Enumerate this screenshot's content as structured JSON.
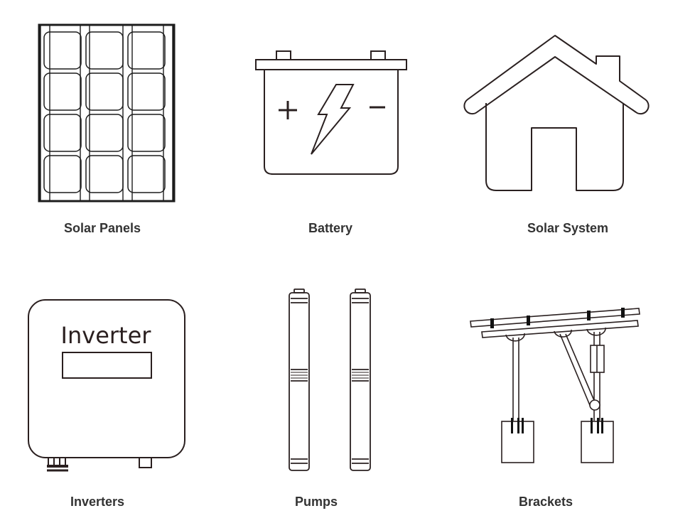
{
  "categories": {
    "solar_panels": {
      "label": "Solar Panels",
      "icon": "solar-panel-icon"
    },
    "battery": {
      "label": "Battery",
      "icon": "battery-icon"
    },
    "solar_system": {
      "label": "Solar System",
      "icon": "house-icon"
    },
    "inverters": {
      "label": "Inverters",
      "icon": "inverter-icon",
      "device_text": "Inverter"
    },
    "pumps": {
      "label": "Pumps",
      "icon": "pump-icon"
    },
    "brackets": {
      "label": "Brackets",
      "icon": "bracket-icon"
    }
  },
  "colors": {
    "stroke": "#2a2020",
    "label": "#333333",
    "background": "#ffffff"
  }
}
